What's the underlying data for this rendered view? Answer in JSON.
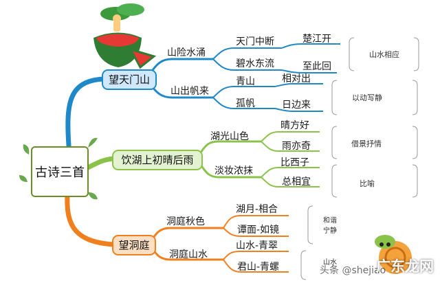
{
  "root": {
    "label": "古诗三首"
  },
  "poems": [
    {
      "title": "望天门山",
      "color": "#1E88C8",
      "branches": [
        {
          "label": "山险水涌",
          "leaves": [
            {
              "label": "天门中断",
              "sub": "楚江开"
            },
            {
              "label": "碧水东流",
              "sub": "至此回"
            }
          ]
        },
        {
          "label": "山出帆来",
          "leaves": [
            {
              "label": "青山",
              "sub": "相对出"
            },
            {
              "label": "孤帆",
              "sub": "日边来"
            }
          ]
        }
      ],
      "notes": [
        "山水相应",
        "以动写静"
      ]
    },
    {
      "title": "饮湖上初晴后雨",
      "color": "#8BC34A",
      "branches": [
        {
          "label": "湖光山色",
          "leaves": [
            {
              "label": "晴方好"
            },
            {
              "label": "雨亦奇"
            }
          ]
        },
        {
          "label": "淡妆浓抹",
          "leaves": [
            {
              "label": "比西子"
            },
            {
              "label": "总相宜"
            }
          ]
        }
      ],
      "notes": [
        "借景抒情",
        "比喻"
      ]
    },
    {
      "title": "望洞庭",
      "color": "#F07F1E",
      "branches": [
        {
          "label": "洞庭秋色",
          "leaves": [
            {
              "label": "湖月-相合"
            },
            {
              "label": "谭面-如镜"
            }
          ]
        },
        {
          "label": "洞庭山水",
          "leaves": [
            {
              "label": "山水-青翠"
            },
            {
              "label": "君山-青螺"
            }
          ]
        }
      ],
      "notes": [
        "和谐\n宁静",
        "山水"
      ]
    }
  ],
  "watermark": {
    "text": "头条 @shejiao",
    "brand": "广东龙网"
  }
}
